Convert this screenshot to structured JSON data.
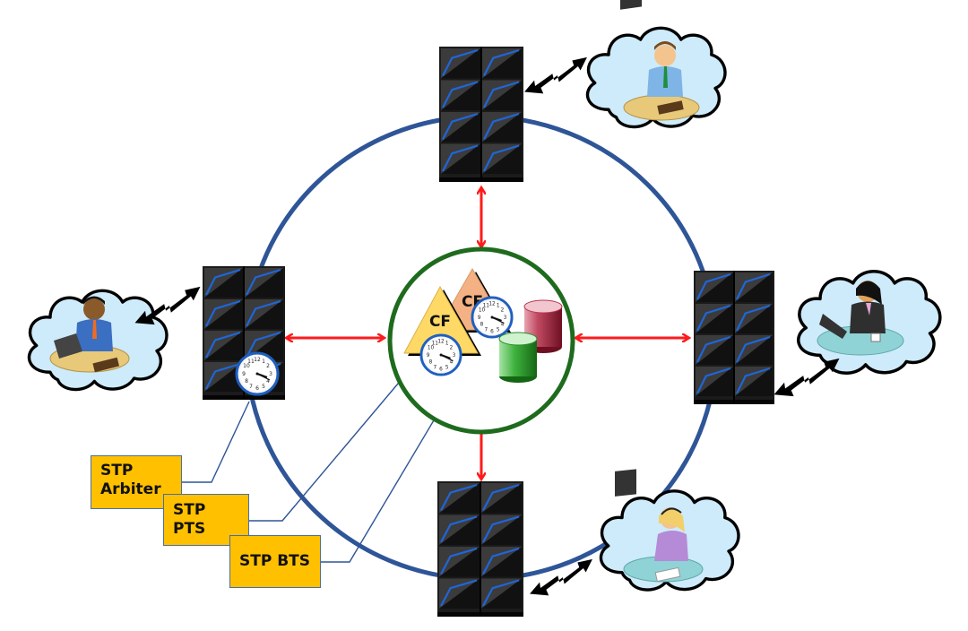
{
  "diagram": {
    "title": "Parallel Sysplex with Server Time Protocol (STP)",
    "colors": {
      "ring": "#2E5597",
      "cf_ring": "#1E6B1E",
      "cf_link_arrow": "#FF1A1A",
      "stp_label_fill": "#FFC000",
      "stp_label_border": "#4A6FA5",
      "connector": "#2E5597",
      "cloud_fill": "#CDEBFA",
      "cloud_stroke": "#000000",
      "server_body": "#1E1E1E",
      "server_accent": "#1F66D9",
      "cf_triangle_front": "#FFD966",
      "cf_triangle_back": "#F4B183",
      "db_red": "#A3243B",
      "db_green": "#37A637"
    },
    "nodes": [
      {
        "id": "server-top",
        "type": "mainframe",
        "has_clock": false
      },
      {
        "id": "server-left",
        "type": "mainframe",
        "has_clock": true
      },
      {
        "id": "server-right",
        "type": "mainframe",
        "has_clock": false
      },
      {
        "id": "server-bottom",
        "type": "mainframe",
        "has_clock": false
      }
    ],
    "coupling_facility": {
      "units": [
        {
          "label": "CF",
          "has_clock": true
        },
        {
          "label": "CF",
          "has_clock": true
        }
      ],
      "databases": [
        "shared-data-red",
        "shared-data-green"
      ]
    },
    "users": [
      {
        "id": "user-top-right",
        "description": "man at desktop computer"
      },
      {
        "id": "user-left",
        "description": "man at laptop"
      },
      {
        "id": "user-right",
        "description": "woman at laptop with coffee"
      },
      {
        "id": "user-bottom-right",
        "description": "woman with headset at desktop"
      }
    ],
    "stp_labels": [
      {
        "line1": "STP",
        "line2": "Arbiter"
      },
      {
        "text": "STP PTS"
      },
      {
        "text": "STP BTS"
      }
    ]
  }
}
